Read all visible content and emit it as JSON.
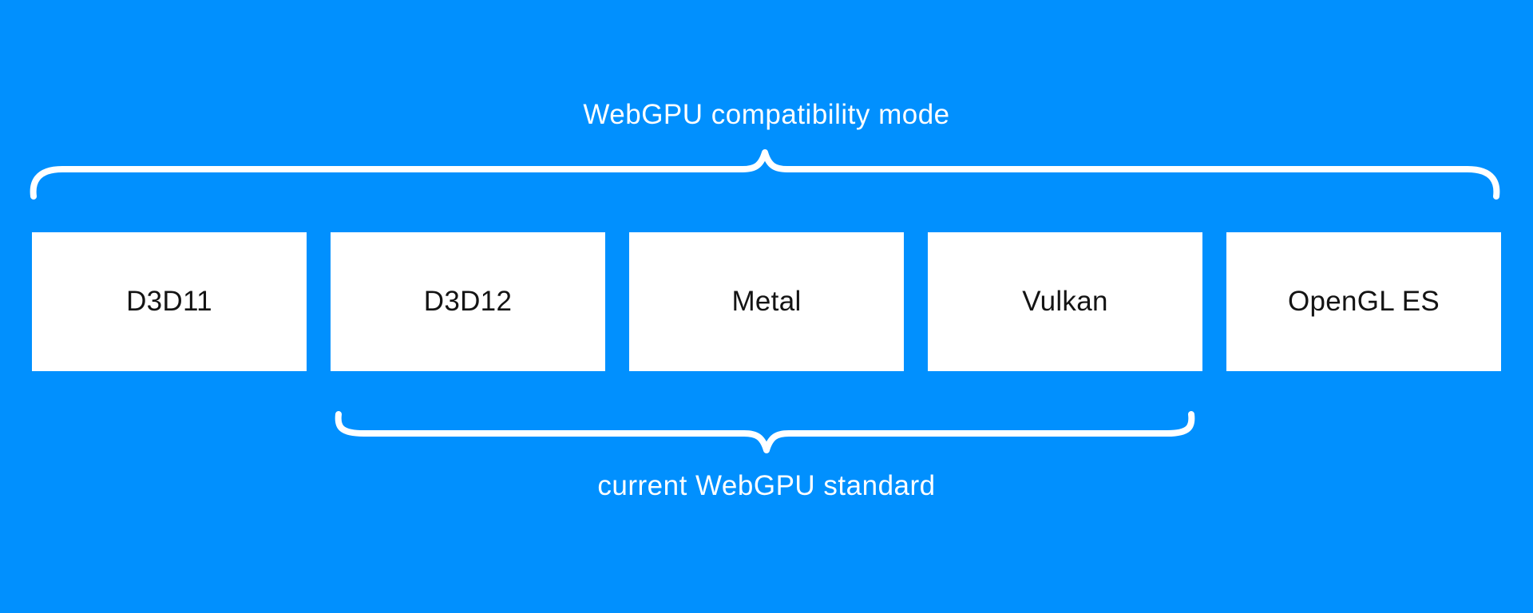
{
  "diagram": {
    "title": "WebGPU compatibility mode",
    "footer_label": "current WebGPU standard",
    "boxes": [
      {
        "label": "D3D11"
      },
      {
        "label": "D3D12"
      },
      {
        "label": "Metal"
      },
      {
        "label": "Vulkan"
      },
      {
        "label": "OpenGL ES"
      }
    ],
    "colors": {
      "background": "#0190fe",
      "box_fill": "#ffffff",
      "box_text": "#141414",
      "label_text": "#ffffff",
      "brace": "#ffffff"
    }
  }
}
